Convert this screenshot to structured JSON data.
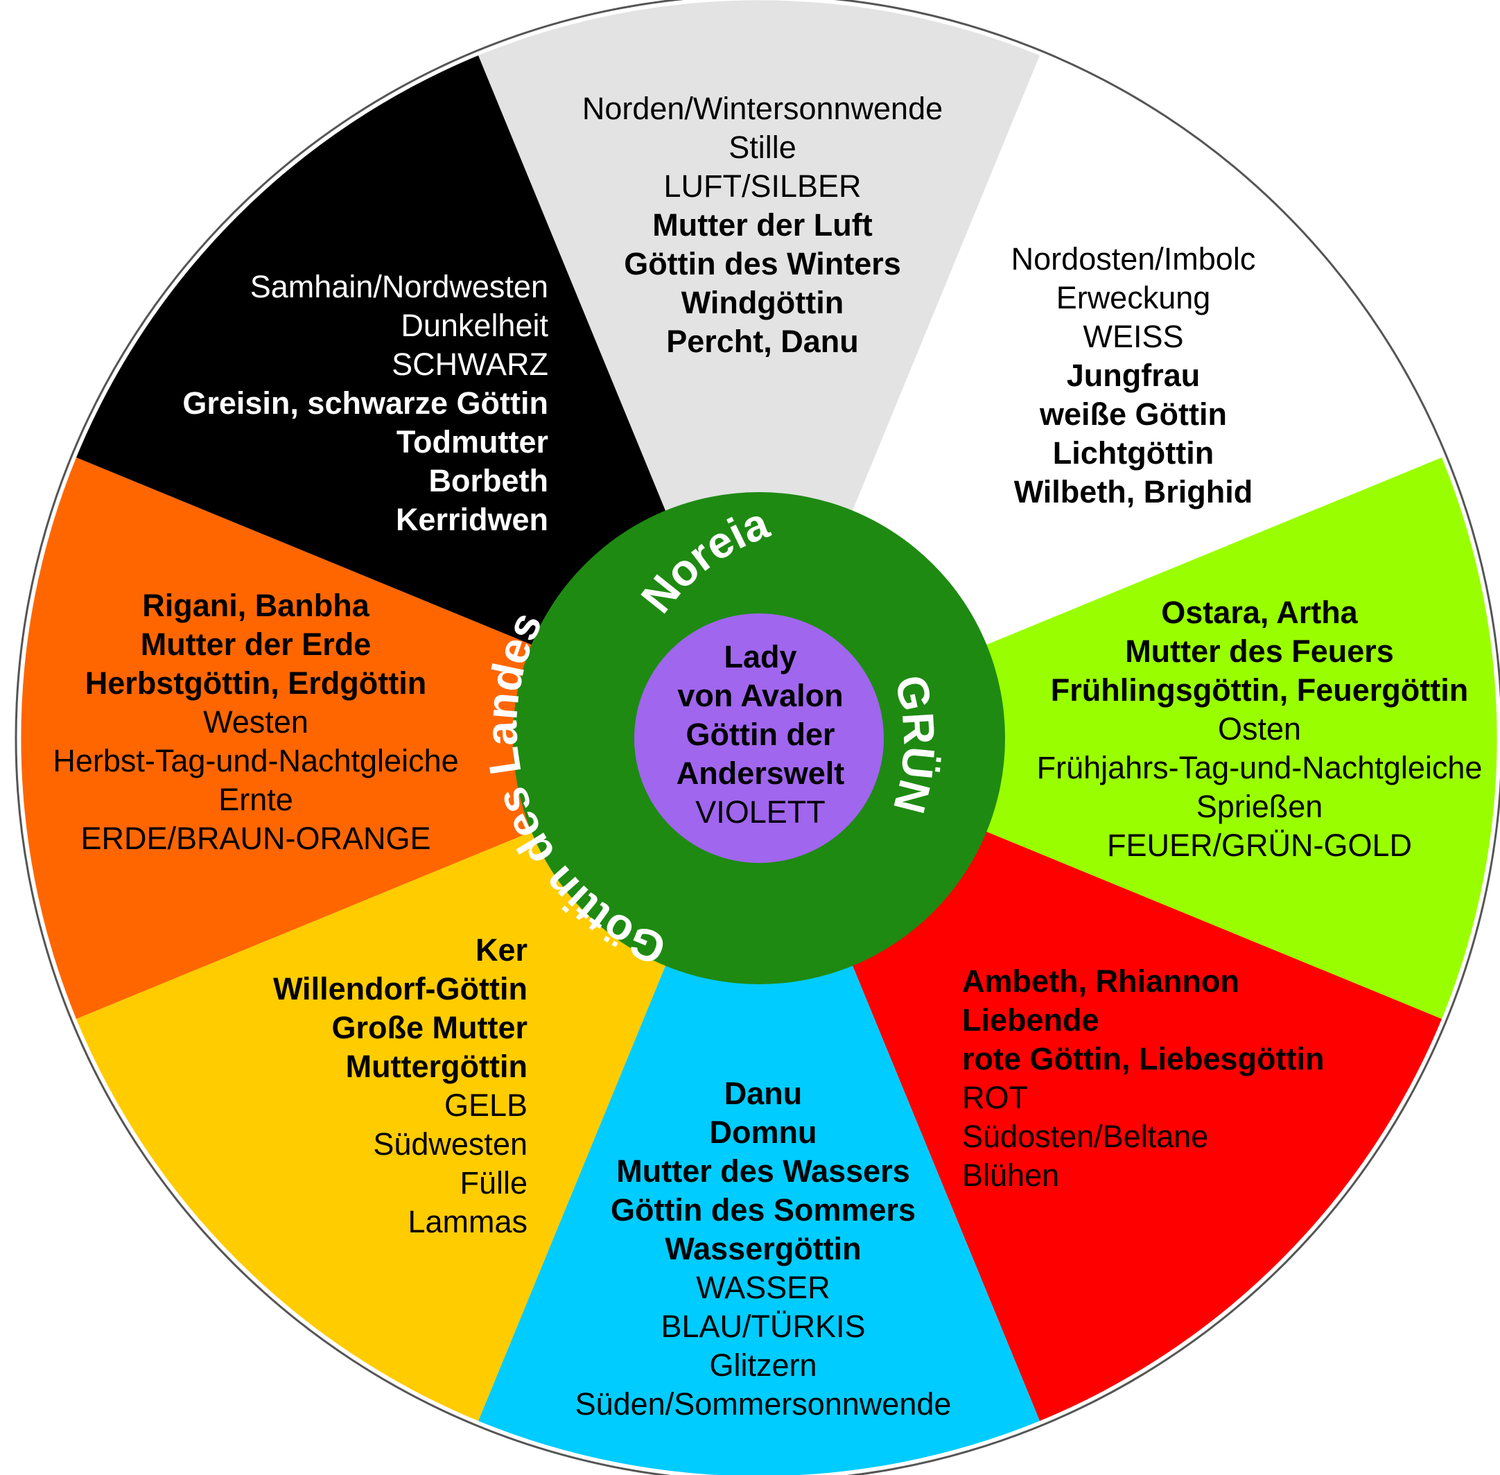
{
  "segments": [
    {
      "key": "north",
      "color": "#e3e3e3",
      "text_color": "#000000",
      "lines": [
        {
          "text": "Norden/Wintersonnwende",
          "bold": false
        },
        {
          "text": "Stille",
          "bold": false
        },
        {
          "text": "LUFT/SILBER",
          "bold": false
        },
        {
          "text": "Mutter der Luft",
          "bold": true
        },
        {
          "text": "Göttin des Winters",
          "bold": true
        },
        {
          "text": "Windgöttin",
          "bold": true
        },
        {
          "text": "Percht, Danu",
          "bold": true
        }
      ]
    },
    {
      "key": "northeast",
      "color": "#ffffff",
      "text_color": "#000000",
      "lines": [
        {
          "text": "Nordosten/Imbolc",
          "bold": false
        },
        {
          "text": "Erweckung",
          "bold": false
        },
        {
          "text": "WEISS",
          "bold": false
        },
        {
          "text": "Jungfrau",
          "bold": true
        },
        {
          "text": "weiße Göttin",
          "bold": true
        },
        {
          "text": "Lichtgöttin",
          "bold": true
        },
        {
          "text": "Wilbeth, Brighid",
          "bold": true
        }
      ]
    },
    {
      "key": "east",
      "color": "#99ff00",
      "text_color": "#000000",
      "lines": [
        {
          "text": "Ostara, Artha",
          "bold": true
        },
        {
          "text": "Mutter des Feuers",
          "bold": true
        },
        {
          "text": "Frühlingsgöttin, Feuergöttin",
          "bold": true
        },
        {
          "text": "Osten",
          "bold": false
        },
        {
          "text": "Frühjahrs-Tag-und-Nachtgleiche",
          "bold": false
        },
        {
          "text": "Sprießen",
          "bold": false
        },
        {
          "text": "FEUER/GRÜN-GOLD",
          "bold": false
        }
      ]
    },
    {
      "key": "southeast",
      "color": "#ff0000",
      "text_color": "#000000",
      "lines": [
        {
          "text": "Ambeth, Rhiannon",
          "bold": true
        },
        {
          "text": "Liebende",
          "bold": true
        },
        {
          "text": "rote Göttin, Liebesgöttin",
          "bold": true
        },
        {
          "text": "ROT",
          "bold": false
        },
        {
          "text": "Südosten/Beltane",
          "bold": false
        },
        {
          "text": "Blühen",
          "bold": false
        }
      ]
    },
    {
      "key": "south",
      "color": "#00ccff",
      "text_color": "#000000",
      "lines": [
        {
          "text": "Danu",
          "bold": true
        },
        {
          "text": "Domnu",
          "bold": true
        },
        {
          "text": "Mutter des Wassers",
          "bold": true
        },
        {
          "text": "Göttin des Sommers",
          "bold": true
        },
        {
          "text": "Wassergöttin",
          "bold": true
        },
        {
          "text": "WASSER",
          "bold": false
        },
        {
          "text": "BLAU/TÜRKIS",
          "bold": false
        },
        {
          "text": "Glitzern",
          "bold": false
        },
        {
          "text": "Süden/Sommersonnwende",
          "bold": false
        }
      ]
    },
    {
      "key": "southwest",
      "color": "#ffcc00",
      "text_color": "#000000",
      "lines": [
        {
          "text": "Ker",
          "bold": true
        },
        {
          "text": "Willendorf-Göttin",
          "bold": true
        },
        {
          "text": "Große Mutter",
          "bold": true
        },
        {
          "text": "Muttergöttin",
          "bold": true
        },
        {
          "text": "GELB",
          "bold": false
        },
        {
          "text": "Südwesten",
          "bold": false
        },
        {
          "text": "Fülle",
          "bold": false
        },
        {
          "text": "Lammas",
          "bold": false
        }
      ]
    },
    {
      "key": "west",
      "color": "#ff6600",
      "text_color": "#000000",
      "lines": [
        {
          "text": "Rigani, Banbha",
          "bold": true
        },
        {
          "text": "Mutter der Erde",
          "bold": true
        },
        {
          "text": "Herbstgöttin, Erdgöttin",
          "bold": true
        },
        {
          "text": "Westen",
          "bold": false
        },
        {
          "text": "Herbst-Tag-und-Nachtgleiche",
          "bold": false
        },
        {
          "text": "Ernte",
          "bold": false
        },
        {
          "text": "ERDE/BRAUN-ORANGE",
          "bold": false
        }
      ]
    },
    {
      "key": "northwest",
      "color": "#000000",
      "text_color": "#ffffff",
      "lines": [
        {
          "text": "Samhain/Nordwesten",
          "bold": false
        },
        {
          "text": "Dunkelheit",
          "bold": false
        },
        {
          "text": "SCHWARZ",
          "bold": false
        },
        {
          "text": "Greisin, schwarze Göttin",
          "bold": true
        },
        {
          "text": "Todmutter",
          "bold": true
        },
        {
          "text": "Borbeth",
          "bold": true
        },
        {
          "text": "Kerridwen",
          "bold": true
        }
      ]
    }
  ],
  "ring": {
    "color": "#1e8a12",
    "texts": {
      "top": "Noreia",
      "right": "GRÜN",
      "left_bottom": "Göttin des Landes"
    }
  },
  "center": {
    "color": "#a066ee",
    "lines": [
      {
        "text": "Lady",
        "bold": true
      },
      {
        "text": "von Avalon",
        "bold": true
      },
      {
        "text": "Göttin der",
        "bold": true
      },
      {
        "text": "Anderswelt",
        "bold": true
      },
      {
        "text": "VIOLETT",
        "bold": false
      }
    ]
  }
}
